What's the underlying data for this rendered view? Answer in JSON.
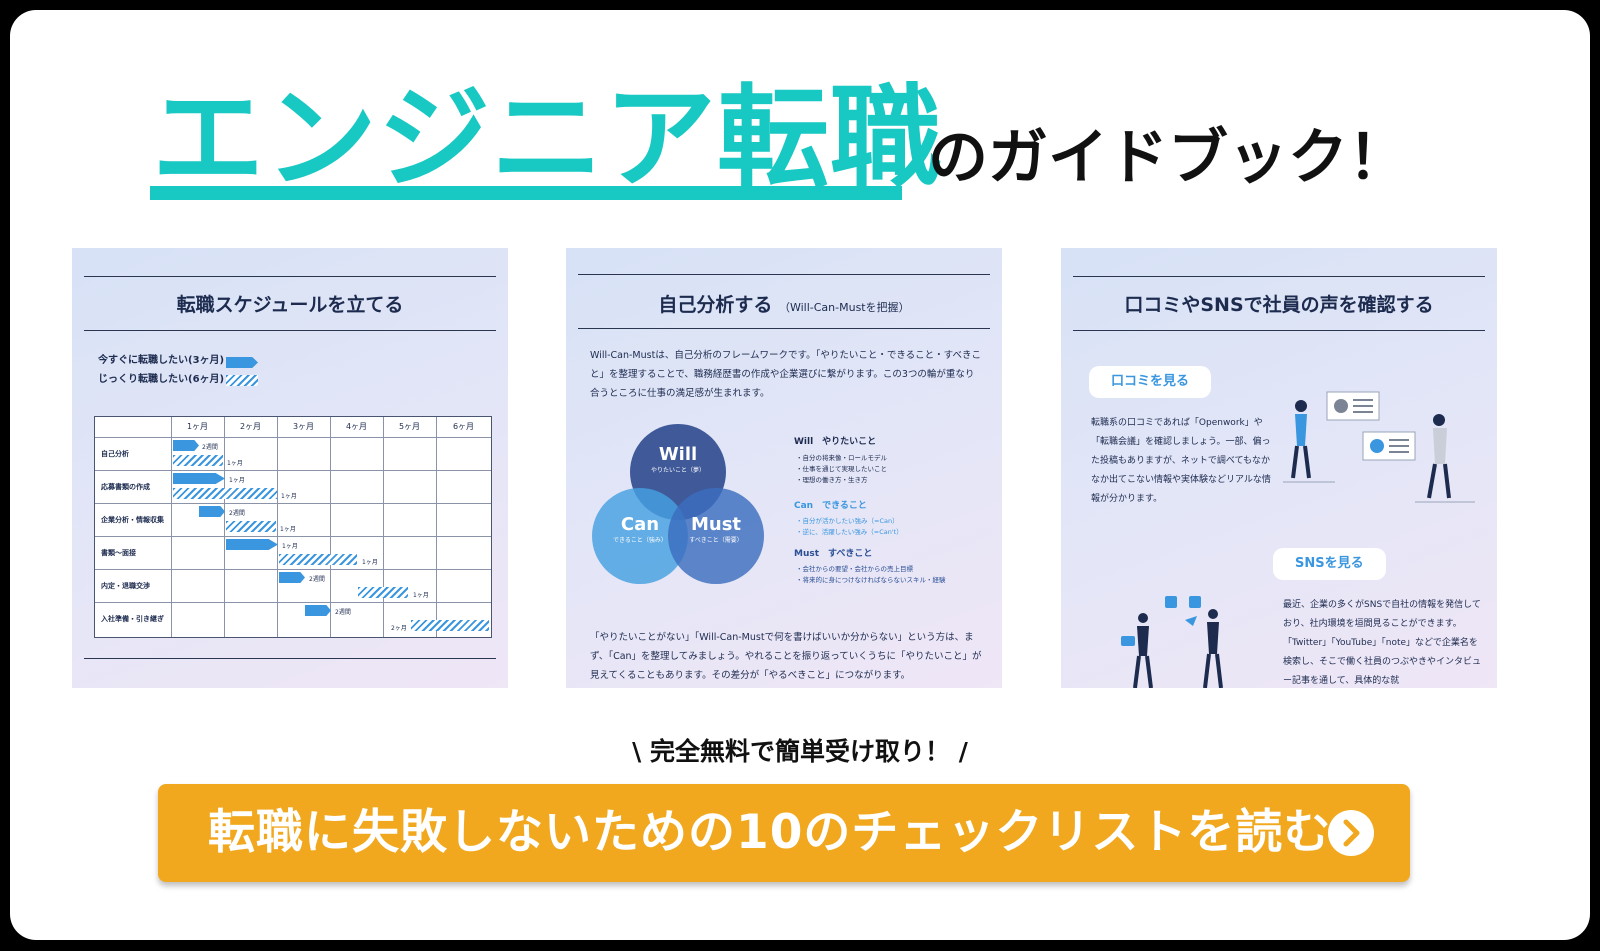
{
  "headline": {
    "main": "エンジニア転職",
    "sub": "のガイドブック！",
    "accent_color": "#18c8c2"
  },
  "cards": [
    {
      "title": "転職スケジュールを立てる",
      "legend": [
        "今すぐに転職したい(3ヶ月)",
        "じっくり転職したい(6ヶ月)"
      ],
      "columns": [
        "1ヶ月",
        "2ヶ月",
        "3ヶ月",
        "4ヶ月",
        "5ヶ月",
        "6ヶ月"
      ],
      "rows": [
        "自己分析",
        "応募書類の作成",
        "企業分析・情報収集",
        "書類〜面接",
        "内定・退職交渉",
        "入社準備・引き継ぎ"
      ],
      "notes": [
        "2週間",
        "1ヶ月",
        "1ヶ月",
        "1ヶ月",
        "2週間",
        "1ヶ月",
        "1ヶ月",
        "1ヶ月",
        "2週間",
        "1ヶ月",
        "2週間",
        "2ヶ月"
      ]
    },
    {
      "title": "自己分析する",
      "title_sub": "（Will-Can-Mustを把握）",
      "intro": "Will-Can-Mustは、自己分析のフレームワークです。「やりたいこと・できること・すべきこと」を整理することで、職務経歴書の作成や企業選びに繋がります。この3つの輪が重なり合うところに仕事の満足感が生まれます。",
      "circles": {
        "will": {
          "label": "Will",
          "sub": "やりたいこと（夢）"
        },
        "can": {
          "label": "Can",
          "sub": "できること（強み）"
        },
        "must": {
          "label": "Must",
          "sub": "すべきこと（需要）"
        }
      },
      "will_head": "Will　やりたいこと",
      "will_items": [
        "・自分の将来像・ロールモデル",
        "・仕事を通じて実現したいこと",
        "・理想の働き方・生き方"
      ],
      "can_head": "Can　できること",
      "can_items": [
        "・自分が活かしたい強み（=Can）",
        "・逆に、活躍したい強み（=Can't）"
      ],
      "must_head": "Must　すべきこと",
      "must_items": [
        "・会社からの要望・会社からの売上目標",
        "・将来的に身につけなければならないスキル・経験"
      ],
      "outro": "「やりたいことがない」「Will-Can-Mustで何を書けばいいか分からない」という方は、まず、「Can」を整理してみましょう。やれることを振り返っていくうちに「やりたいこと」が見えてくることもあります。その差分が「やるべきこと」につながります。"
    },
    {
      "title": "口コミやSNSで社員の声を確認する",
      "review_pill": "口コミを見る",
      "review_text": "転職系の口コミであれば「Openwork」や「転職会議」を確認しましょう。一部、偏った投稿もありますが、ネットで調べてもなかなか出てこない情報や実体験などリアルな情報が分かります。",
      "sns_pill": "SNSを見る",
      "sns_text": "最近、企業の多くがSNSで自社の情報を発信しており、社内環境を垣間見ることができます。「Twitter」「YouTube」「note」などで企業名を検索し、そこで働く社員のつぶやきやインタビュー記事を通して、具体的な就"
    }
  ],
  "free_text": "\\ 完全無料で簡単受け取り！ /",
  "cta": {
    "label": "転職に失敗しないための10のチェックリストを読む",
    "color": "#f1a81e",
    "icon": "chevron-right-circle-icon"
  }
}
